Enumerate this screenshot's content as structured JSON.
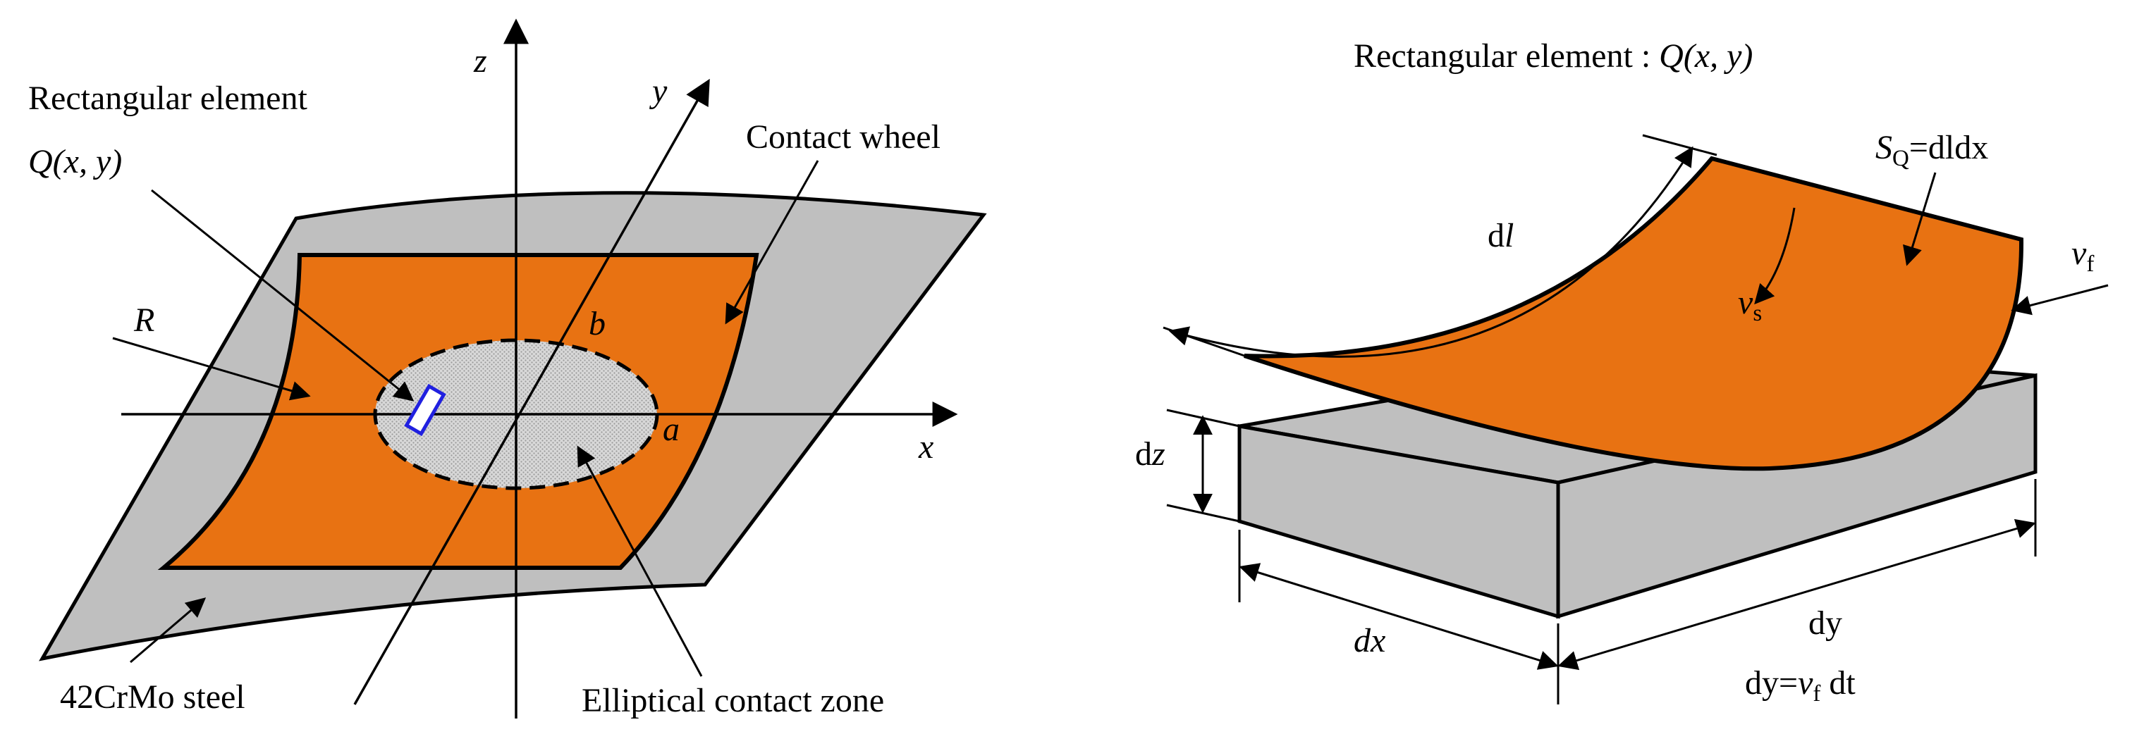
{
  "left_panel": {
    "axis_x": "x",
    "axis_y": "y",
    "axis_z": "z",
    "label_rect_element": "Rectangular element",
    "label_Q_base": "Q",
    "label_Q_args": "(x, y)",
    "label_contact_wheel": "Contact wheel",
    "label_R": "R",
    "label_b": "b",
    "label_a": "a",
    "label_steel": "42CrMo steel",
    "label_ellipse": "Elliptical contact zone"
  },
  "right_panel": {
    "title_text": "Rectangular element : ",
    "title_Q_base": "Q",
    "title_Q_args": "(x, y)",
    "label_S_base": "S",
    "label_S_sub": "Q",
    "label_S_eq": "=dldx",
    "label_dl_d": "d",
    "label_dl_l": "l",
    "label_vs_base": "v",
    "label_vs_sub": "s",
    "label_vf_base": "v",
    "label_vf_sub": "f",
    "label_dz_d": "d",
    "label_dz_z": "z",
    "label_dx_d": "d",
    "label_dx_x": "x",
    "label_dy": "dy",
    "label_dy_eq_a": "dy=",
    "label_dy_eq_v": "v",
    "label_dy_eq_sub": "f",
    "label_dy_eq_b": " dt"
  },
  "colors": {
    "wheel": "#E87212",
    "steel": "#BFBFBF",
    "element": "#2020E0",
    "line": "#000000"
  }
}
